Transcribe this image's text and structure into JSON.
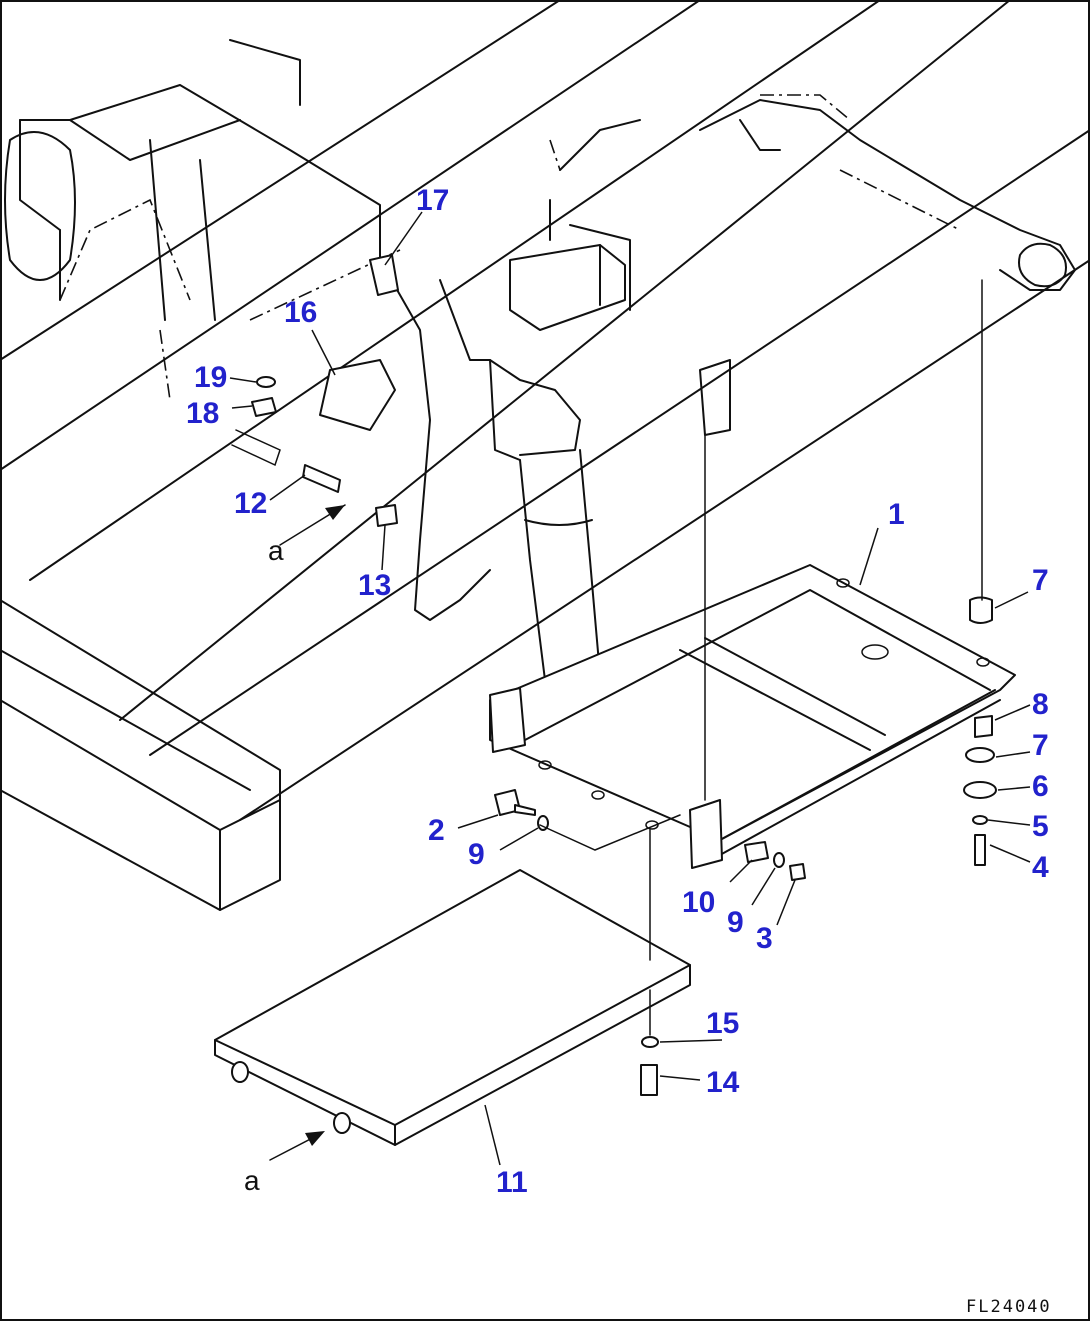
{
  "figure_code": "FL24040",
  "reference_letter": "a",
  "callouts": {
    "c1": "1",
    "c2": "2",
    "c3": "3",
    "c4": "4",
    "c5": "5",
    "c6": "6",
    "c7a": "7",
    "c7b": "7",
    "c8": "8",
    "c9a": "9",
    "c9b": "9",
    "c10": "10",
    "c11": "11",
    "c12": "12",
    "c13": "13",
    "c14": "14",
    "c15": "15",
    "c16": "16",
    "c17": "17",
    "c18": "18",
    "c19": "19"
  },
  "colors": {
    "callout": "#2222cc",
    "line": "#111111",
    "background": "#ffffff"
  }
}
